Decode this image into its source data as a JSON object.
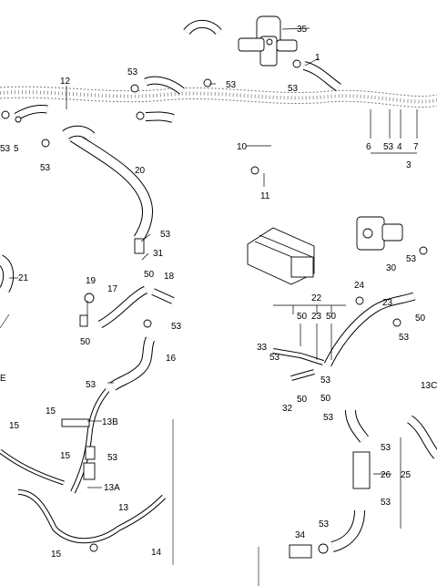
{
  "diagram": {
    "labels": {
      "l1": "1",
      "l3": "3",
      "l4": "4",
      "l5": "5",
      "l6": "6",
      "l7": "7",
      "l10": "10",
      "l11": "11",
      "l12": "12",
      "l13": "13",
      "l13A": "13A",
      "l13B": "13B",
      "l13C": "13C",
      "l14": "14",
      "l15a": "15",
      "l15b": "15",
      "l15c": "15",
      "l15d": "15",
      "l16": "16",
      "l17": "17",
      "l18": "18",
      "l19": "19",
      "l20": "20",
      "l21": "21",
      "l22": "22",
      "l23a": "23",
      "l23b": "23",
      "l24": "24",
      "l25": "25",
      "l26": "26",
      "l30": "30",
      "l31": "31",
      "l32": "32",
      "l33": "33",
      "l34": "34",
      "l35": "35",
      "l50a": "50",
      "l50b": "50",
      "l50c": "50",
      "l50d": "50",
      "l50e": "50",
      "l50f": "50",
      "l50g": "50",
      "l53a": "53",
      "l53b": "53",
      "l53c": "53",
      "l53d": "53",
      "l53e": "53",
      "l53f": "53",
      "l53g": "53",
      "l53h": "53",
      "l53i": "53",
      "l53j": "53",
      "l53k": "53",
      "l53l": "53",
      "l53m": "53",
      "l53n": "53",
      "l53o": "53",
      "l53p": "53",
      "l53q": "53",
      "l53r": "53",
      "lE": "E"
    }
  }
}
